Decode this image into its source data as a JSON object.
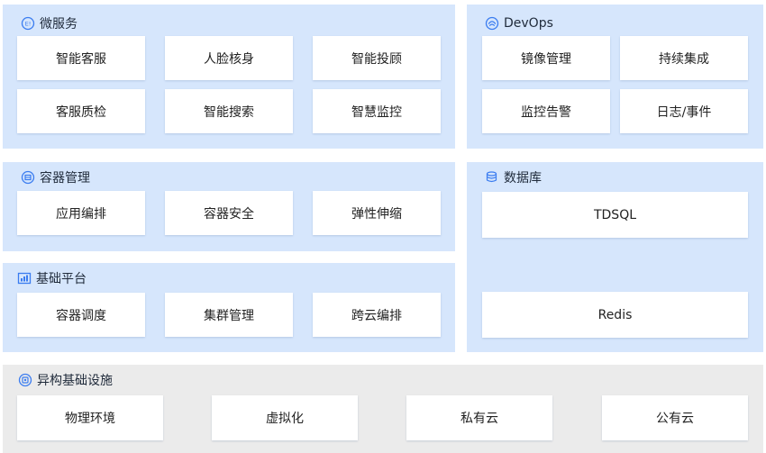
{
  "colors": {
    "panel_blue": "#d6e6fc",
    "panel_gray": "#ebebeb",
    "accent": "#3a7cf0",
    "card": "#ffffff"
  },
  "microservices": {
    "icon": "microservice-icon",
    "title": "微服务",
    "items": [
      "智能客服",
      "人脸核身",
      "智能投顾",
      "客服质检",
      "智能搜索",
      "智慧监控"
    ]
  },
  "devops": {
    "icon": "devops-icon",
    "title": "DevOps",
    "items": [
      "镜像管理",
      "持续集成",
      "监控告警",
      "日志/事件"
    ]
  },
  "container": {
    "icon": "container-icon",
    "title": "容器管理",
    "items": [
      "应用编排",
      "容器安全",
      "弹性伸缩"
    ]
  },
  "database": {
    "icon": "database-icon",
    "title": "数据库",
    "items": [
      "TDSQL",
      "Redis"
    ]
  },
  "platform": {
    "icon": "platform-icon",
    "title": "基础平台",
    "items": [
      "容器调度",
      "集群管理",
      "跨云编排"
    ]
  },
  "infra": {
    "icon": "infrastructure-icon",
    "title": "异构基础设施",
    "items": [
      "物理环境",
      "虚拟化",
      "私有云",
      "公有云"
    ]
  }
}
